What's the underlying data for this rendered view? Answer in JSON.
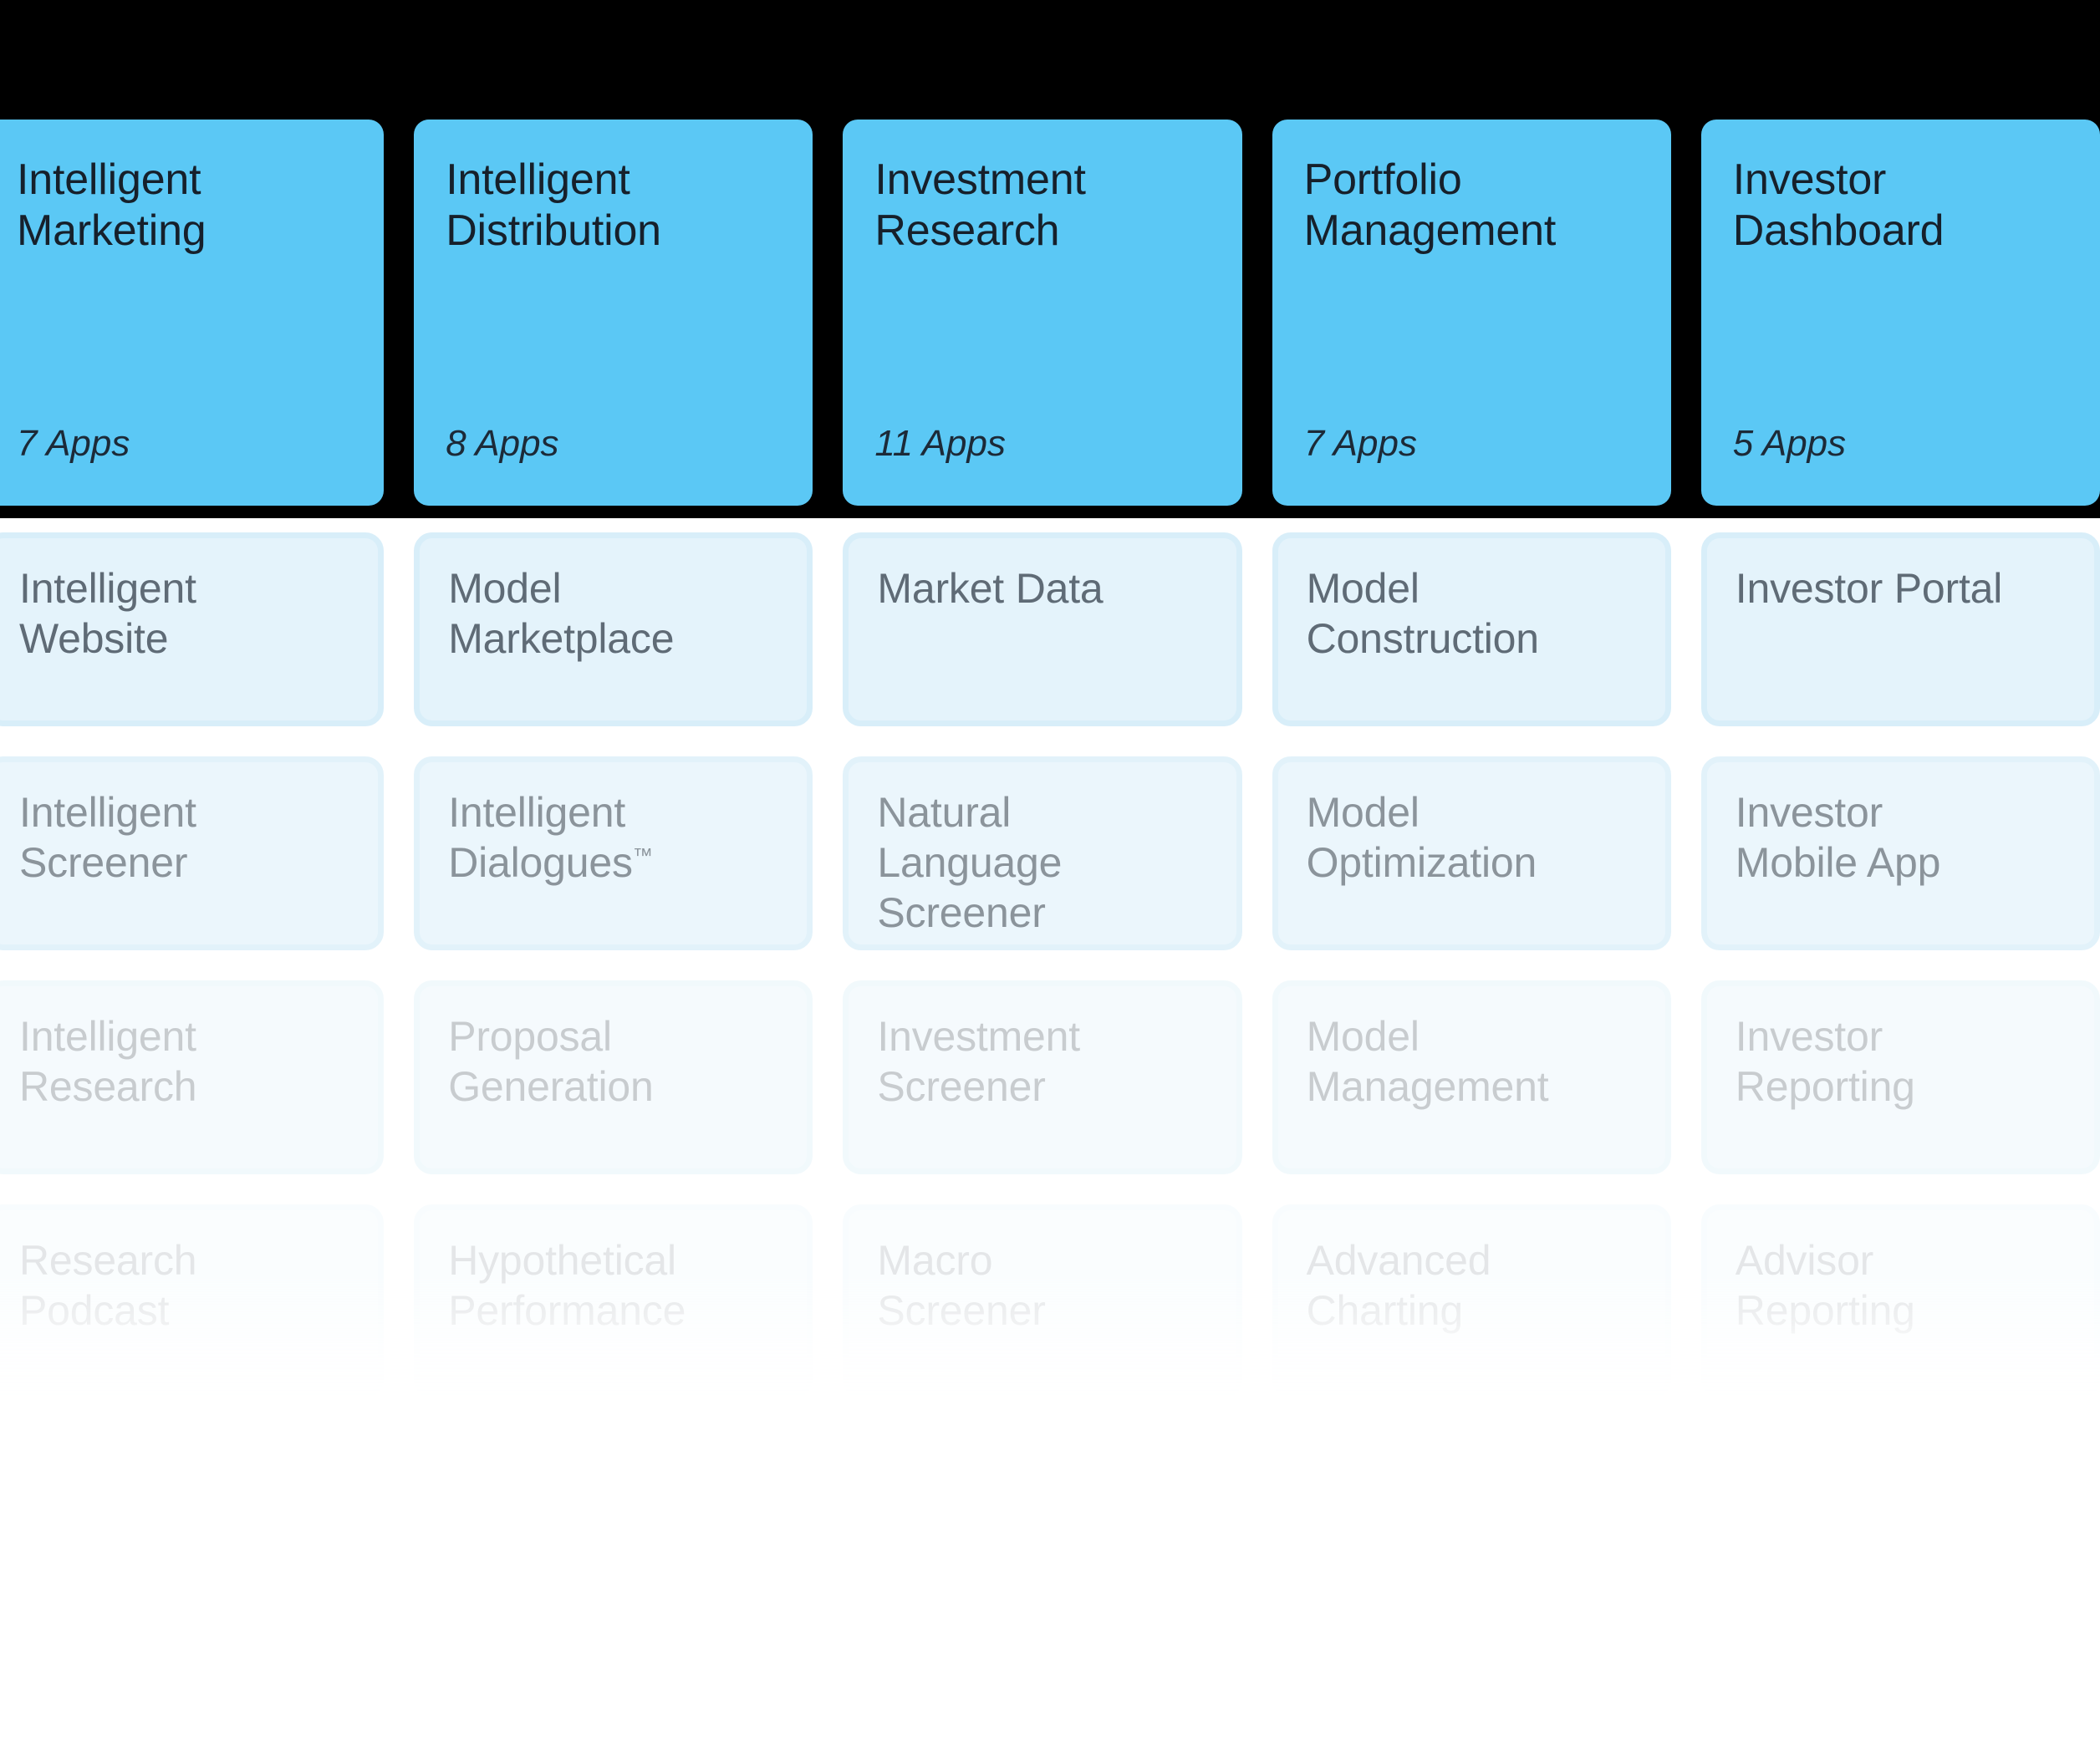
{
  "theme": {
    "header_band_color": "#000000",
    "category_color": "#5BC8F5",
    "category_text_color": "#16202b",
    "app_card_color": "#E4F3FB",
    "app_card_border_color": "#D8EEF9",
    "app_text_color": "#5f6b76",
    "page_background": "#ffffff"
  },
  "columns": [
    {
      "category": {
        "title": "Intelligent\nMarketing",
        "count_label": "7 Apps"
      },
      "apps": [
        "Intelligent\nWebsite",
        "Intelligent\nScreener",
        "Intelligent\nResearch",
        "Research\nPodcast"
      ]
    },
    {
      "category": {
        "title": "Intelligent\nDistribution",
        "count_label": "8 Apps"
      },
      "apps": [
        "Model\nMarketplace",
        "Intelligent\nDialogues™",
        "Proposal\nGeneration",
        "Hypothetical\nPerformance"
      ]
    },
    {
      "category": {
        "title": "Investment\nResearch",
        "count_label": "11 Apps"
      },
      "apps": [
        "Market Data",
        "Natural\nLanguage\nScreener",
        "Investment\nScreener",
        "Macro\nScreener"
      ]
    },
    {
      "category": {
        "title": "Portfolio\nManagement",
        "count_label": "7 Apps"
      },
      "apps": [
        "Model\nConstruction",
        "Model\nOptimization",
        "Model\nManagement",
        "Advanced\nCharting"
      ]
    },
    {
      "category": {
        "title": "Investor\nDashboard",
        "count_label": "5 Apps"
      },
      "apps": [
        "Investor Portal",
        "Investor\nMobile App",
        "Investor\nReporting",
        "Advisor\nReporting"
      ]
    }
  ]
}
